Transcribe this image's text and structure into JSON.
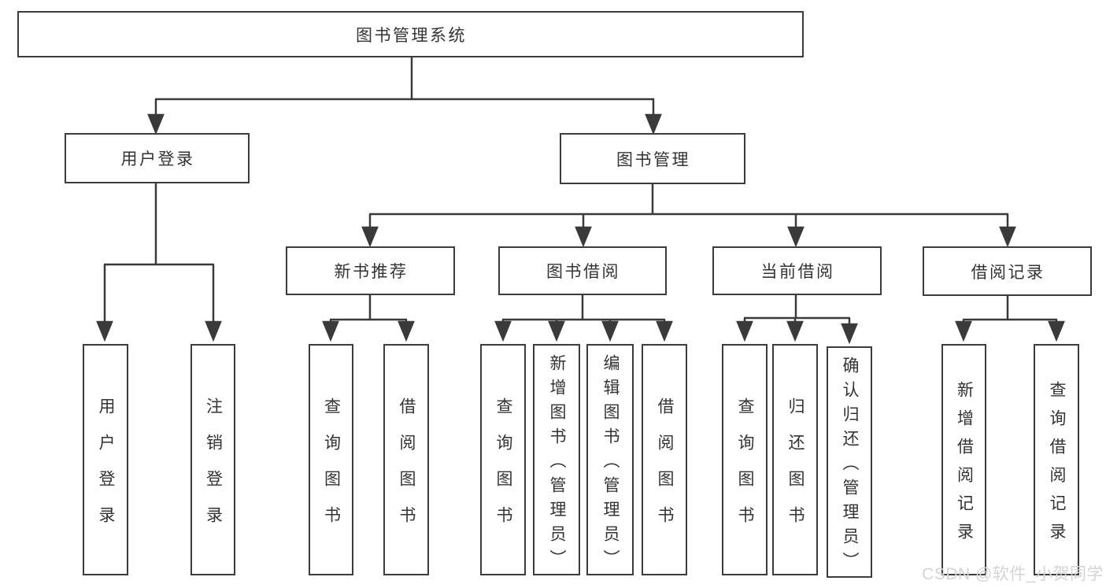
{
  "diagram": {
    "type": "tree",
    "title": "图书管理系统",
    "colors": {
      "background": "#ffffff",
      "line": "#3a3a3a",
      "box_border": "#3c3c3c",
      "text": "#333333",
      "watermark": "#d4d4d4"
    },
    "watermark": {
      "text": "CSDN @软件_小贺同学"
    },
    "nodes": {
      "root": {
        "label": "图书管理系统",
        "children": [
          "user_login",
          "book_management"
        ]
      },
      "user_login": {
        "label": "用户登录",
        "children": [
          "login",
          "logout"
        ]
      },
      "book_management": {
        "label": "图书管理",
        "children": [
          "new_book_recommend",
          "book_borrow",
          "current_borrow",
          "borrow_record"
        ]
      },
      "new_book_recommend": {
        "label": "新书推荐",
        "children": [
          "nb_query_book",
          "nb_borrow_book"
        ]
      },
      "book_borrow": {
        "label": "图书借阅",
        "children": [
          "bb_query_book",
          "bb_add_book",
          "bb_edit_book",
          "bb_borrow_book"
        ]
      },
      "current_borrow": {
        "label": "当前借阅",
        "children": [
          "cb_query_book",
          "cb_return_book",
          "cb_confirm_return"
        ]
      },
      "borrow_record": {
        "label": "借阅记录",
        "children": [
          "br_add_record",
          "br_query_record"
        ]
      },
      "login": {
        "label": "用户登录",
        "children": []
      },
      "logout": {
        "label": "注销登录",
        "children": []
      },
      "nb_query_book": {
        "label": "查询图书",
        "children": []
      },
      "nb_borrow_book": {
        "label": "借阅图书",
        "children": []
      },
      "bb_query_book": {
        "label": "查询图书",
        "children": []
      },
      "bb_add_book": {
        "label": "新增图书（管理员）",
        "children": []
      },
      "bb_edit_book": {
        "label": "编辑图书（管理员）",
        "children": []
      },
      "bb_borrow_book": {
        "label": "借阅图书",
        "children": []
      },
      "cb_query_book": {
        "label": "查询图书",
        "children": []
      },
      "cb_return_book": {
        "label": "归还图书",
        "children": []
      },
      "cb_confirm_return": {
        "label": "确认归还（管理员）",
        "children": []
      },
      "br_add_record": {
        "label": "新增借阅记录",
        "children": []
      },
      "br_query_record": {
        "label": "查询借阅记录",
        "children": []
      }
    }
  }
}
